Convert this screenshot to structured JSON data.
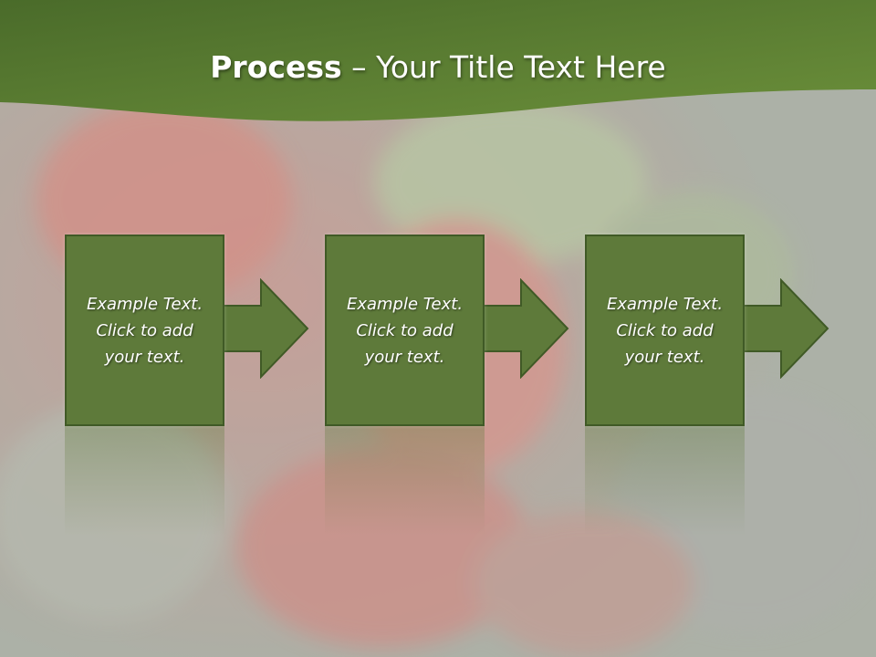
{
  "title": {
    "bold": "Process",
    "separator": " – ",
    "rest": "Your Title Text Here"
  },
  "steps": [
    {
      "lines": [
        "Example Text.",
        "Click  to add",
        "your text."
      ]
    },
    {
      "lines": [
        "Example Text.",
        "Click  to add",
        "your text."
      ]
    },
    {
      "lines": [
        "Example Text.",
        "Click  to add",
        "your text."
      ]
    }
  ],
  "colors": {
    "header_dark": "#4a6b2a",
    "header_light": "#6b8f3a",
    "box_fill": "#5e7a3a",
    "box_border": "#405a26",
    "arrow_fill": "#5e7a3a"
  }
}
